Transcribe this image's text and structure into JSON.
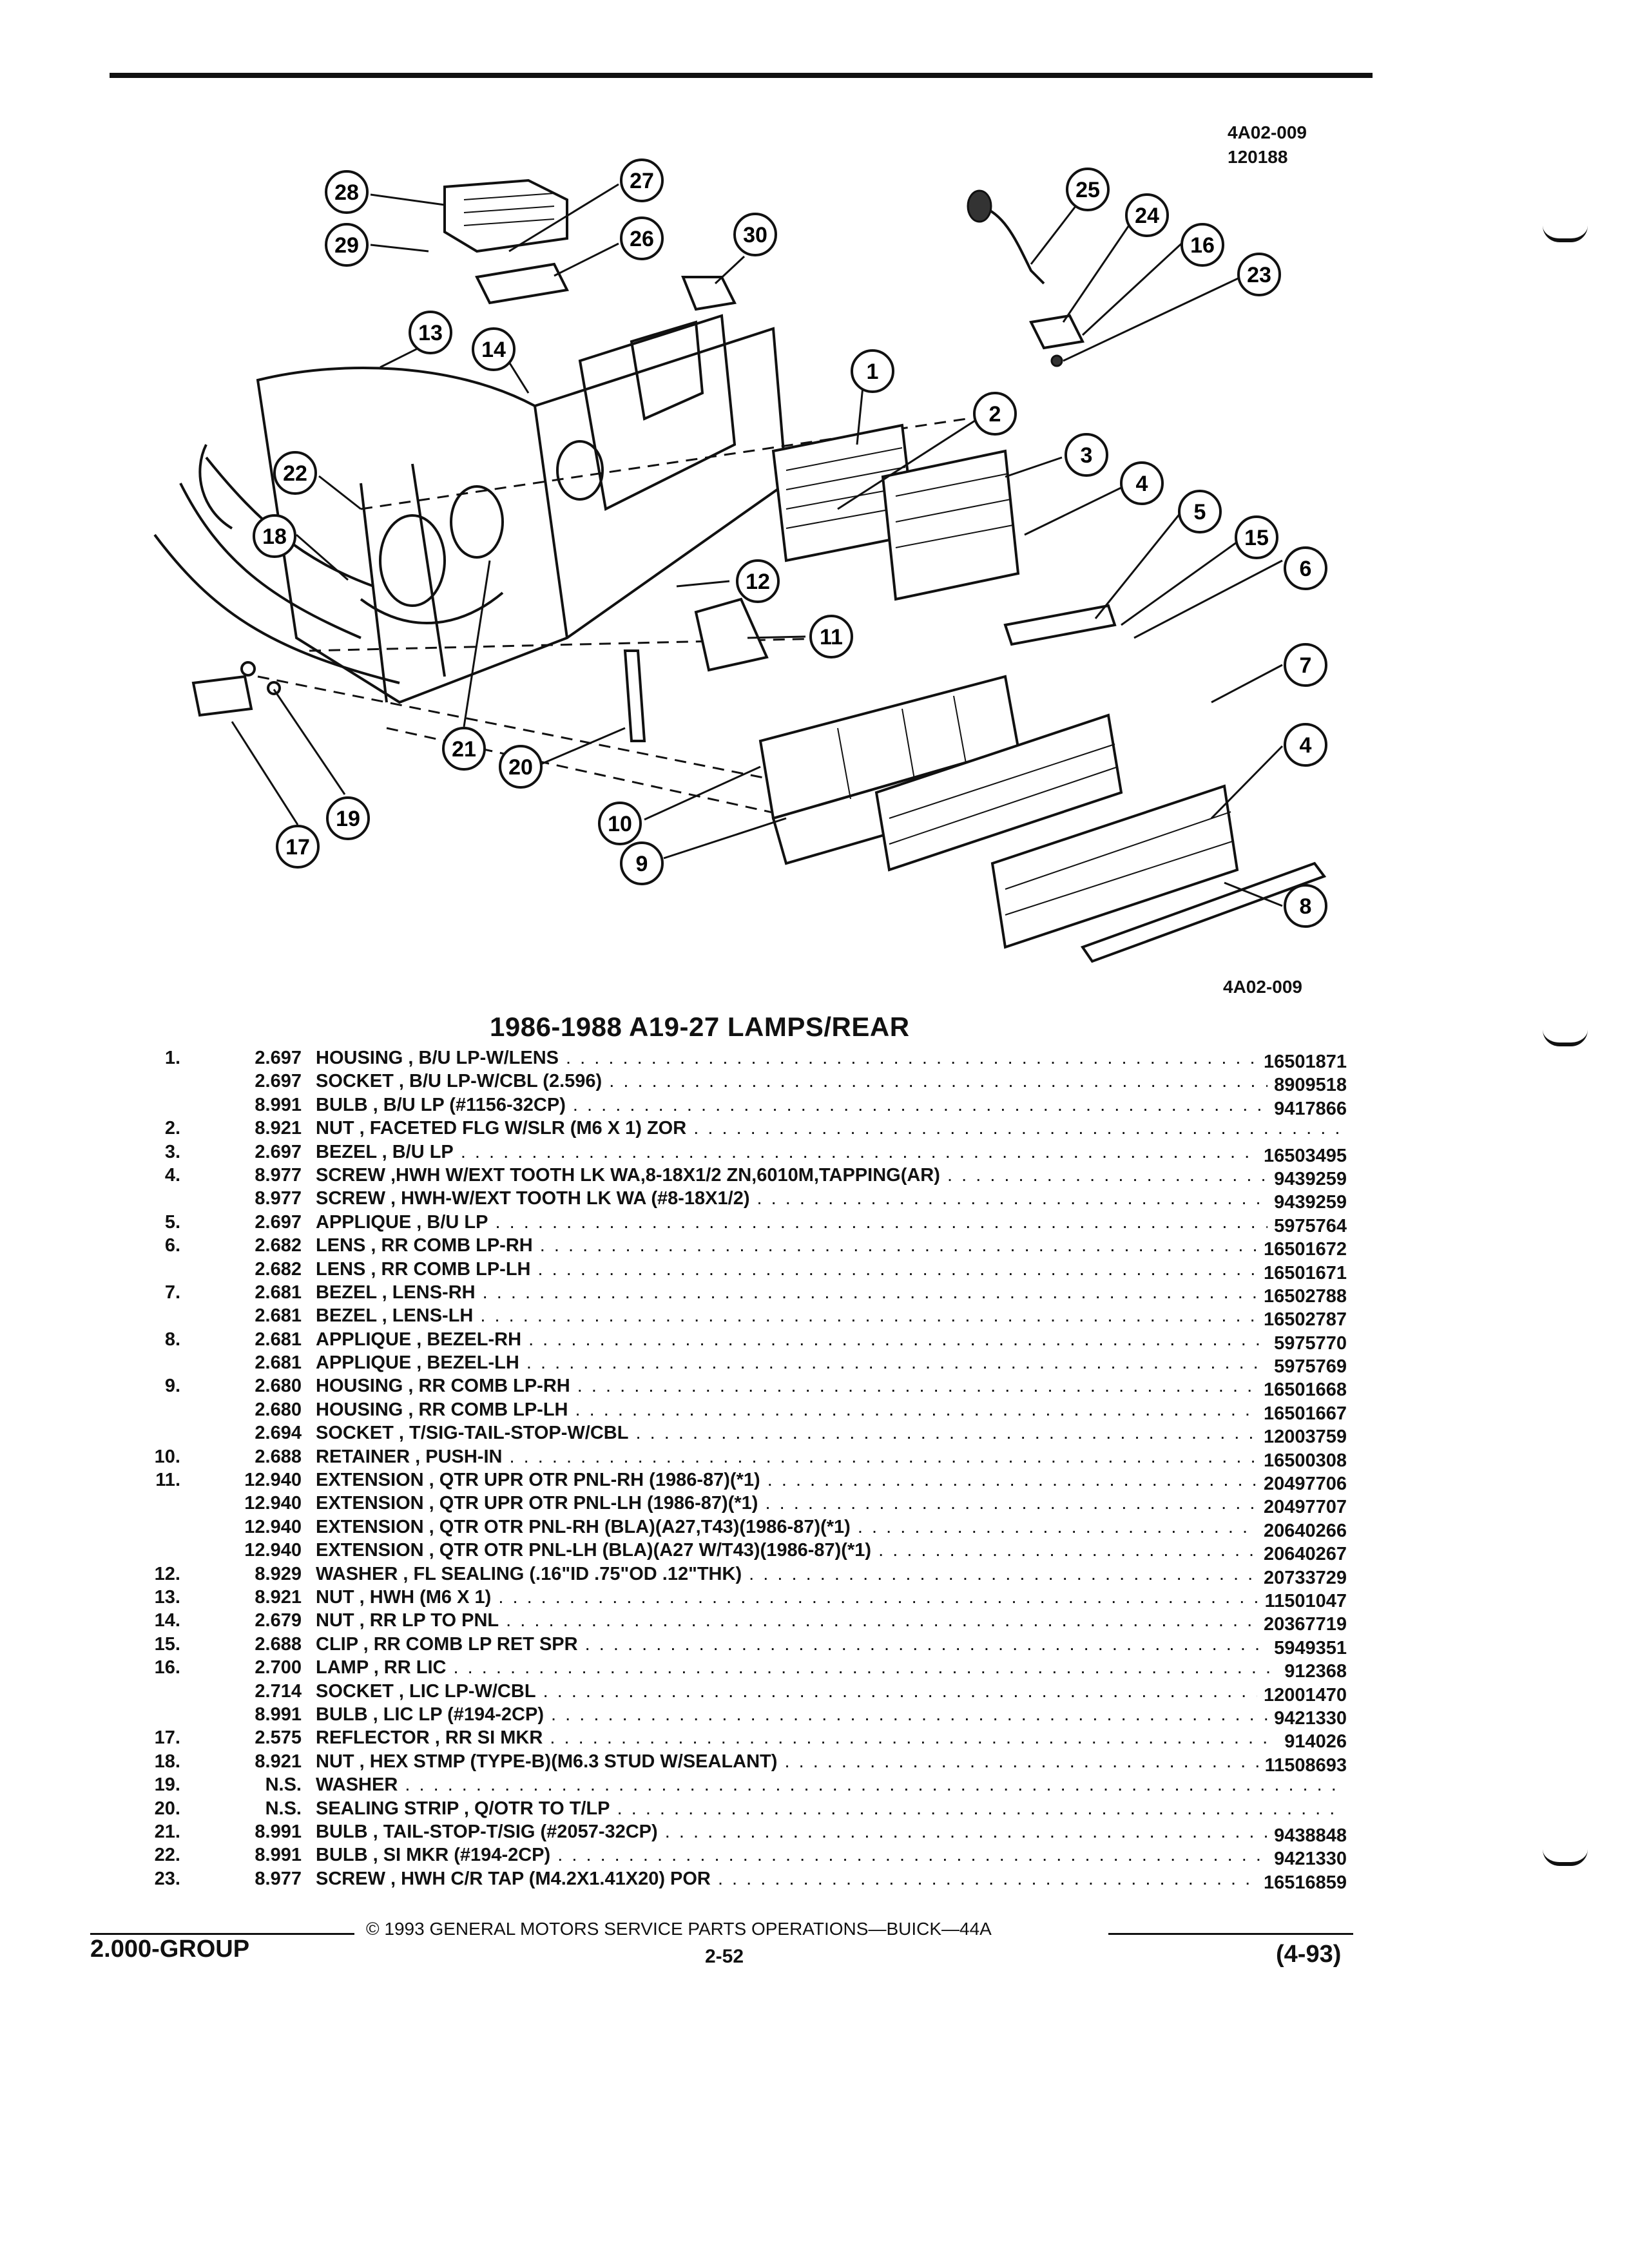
{
  "header": {
    "fig_code": "4A02-009",
    "fig_date": "120188"
  },
  "figure": {
    "bottom_code": "4A02-009",
    "title": "1986-1988 A19-27 LAMPS/REAR"
  },
  "parts": [
    {
      "item": "1.",
      "group": "2.697",
      "desc": "HOUSING , B/U LP-W/LENS",
      "part_no": "16501871"
    },
    {
      "item": "",
      "group": "2.697",
      "desc": "SOCKET , B/U LP-W/CBL (2.596)",
      "part_no": "8909518"
    },
    {
      "item": "",
      "group": "8.991",
      "desc": "BULB , B/U LP (#1156-32CP)",
      "part_no": "9417866"
    },
    {
      "item": "2.",
      "group": "8.921",
      "desc": "NUT , FACETED FLG W/SLR (M6 X 1) ZOR",
      "part_no": ""
    },
    {
      "item": "3.",
      "group": "2.697",
      "desc": "BEZEL , B/U LP",
      "part_no": "16503495"
    },
    {
      "item": "4.",
      "group": "8.977",
      "desc": "SCREW ,HWH W/EXT TOOTH LK WA,8-18X1/2 ZN,6010M,TAPPING(AR)",
      "part_no": "9439259"
    },
    {
      "item": "",
      "group": "8.977",
      "desc": "SCREW , HWH-W/EXT TOOTH LK WA (#8-18X1/2)",
      "part_no": "9439259"
    },
    {
      "item": "5.",
      "group": "2.697",
      "desc": "APPLIQUE , B/U LP",
      "part_no": "5975764"
    },
    {
      "item": "6.",
      "group": "2.682",
      "desc": "LENS , RR COMB LP-RH",
      "part_no": "16501672"
    },
    {
      "item": "",
      "group": "2.682",
      "desc": "LENS , RR COMB LP-LH",
      "part_no": "16501671"
    },
    {
      "item": "7.",
      "group": "2.681",
      "desc": "BEZEL , LENS-RH",
      "part_no": "16502788"
    },
    {
      "item": "",
      "group": "2.681",
      "desc": "BEZEL , LENS-LH",
      "part_no": "16502787"
    },
    {
      "item": "8.",
      "group": "2.681",
      "desc": "APPLIQUE , BEZEL-RH",
      "part_no": "5975770"
    },
    {
      "item": "",
      "group": "2.681",
      "desc": "APPLIQUE , BEZEL-LH",
      "part_no": "5975769"
    },
    {
      "item": "9.",
      "group": "2.680",
      "desc": "HOUSING , RR COMB LP-RH",
      "part_no": "16501668"
    },
    {
      "item": "",
      "group": "2.680",
      "desc": "HOUSING , RR COMB LP-LH",
      "part_no": "16501667"
    },
    {
      "item": "",
      "group": "2.694",
      "desc": "SOCKET , T/SIG-TAIL-STOP-W/CBL",
      "part_no": "12003759"
    },
    {
      "item": "10.",
      "group": "2.688",
      "desc": "RETAINER , PUSH-IN",
      "part_no": "16500308"
    },
    {
      "item": "11.",
      "group": "12.940",
      "desc": "EXTENSION , QTR UPR OTR PNL-RH (1986-87)(*1)",
      "part_no": "20497706"
    },
    {
      "item": "",
      "group": "12.940",
      "desc": "EXTENSION , QTR UPR OTR PNL-LH (1986-87)(*1)",
      "part_no": "20497707"
    },
    {
      "item": "",
      "group": "12.940",
      "desc": "EXTENSION , QTR OTR PNL-RH (BLA)(A27,T43)(1986-87)(*1)",
      "part_no": "20640266"
    },
    {
      "item": "",
      "group": "12.940",
      "desc": "EXTENSION , QTR OTR PNL-LH (BLA)(A27 W/T43)(1986-87)(*1)",
      "part_no": "20640267"
    },
    {
      "item": "12.",
      "group": "8.929",
      "desc": "WASHER , FL SEALING (.16\"ID .75\"OD .12\"THK)",
      "part_no": "20733729"
    },
    {
      "item": "13.",
      "group": "8.921",
      "desc": "NUT , HWH (M6 X 1)",
      "part_no": "11501047"
    },
    {
      "item": "14.",
      "group": "2.679",
      "desc": "NUT , RR LP TO PNL",
      "part_no": "20367719"
    },
    {
      "item": "15.",
      "group": "2.688",
      "desc": "CLIP , RR COMB LP RET SPR",
      "part_no": "5949351"
    },
    {
      "item": "16.",
      "group": "2.700",
      "desc": "LAMP , RR LIC",
      "part_no": "912368"
    },
    {
      "item": "",
      "group": "2.714",
      "desc": "SOCKET , LIC LP-W/CBL",
      "part_no": "12001470"
    },
    {
      "item": "",
      "group": "8.991",
      "desc": "BULB , LIC LP (#194-2CP)",
      "part_no": "9421330"
    },
    {
      "item": "17.",
      "group": "2.575",
      "desc": "REFLECTOR , RR SI MKR",
      "part_no": "914026"
    },
    {
      "item": "18.",
      "group": "8.921",
      "desc": "NUT , HEX STMP (TYPE-B)(M6.3 STUD W/SEALANT)",
      "part_no": "11508693"
    },
    {
      "item": "19.",
      "group": "N.S.",
      "desc": "WASHER",
      "part_no": ""
    },
    {
      "item": "20.",
      "group": "N.S.",
      "desc": "SEALING STRIP , Q/OTR TO T/LP",
      "part_no": ""
    },
    {
      "item": "21.",
      "group": "8.991",
      "desc": "BULB , TAIL-STOP-T/SIG (#2057-32CP)",
      "part_no": "9438848"
    },
    {
      "item": "22.",
      "group": "8.991",
      "desc": "BULB , SI MKR (#194-2CP)",
      "part_no": "9421330"
    },
    {
      "item": "23.",
      "group": "8.977",
      "desc": "SCREW , HWH C/R TAP (M4.2X1.41X20) POR",
      "part_no": "16516859"
    }
  ],
  "footer": {
    "group": "2.000-GROUP",
    "copyright": "© 1993 GENERAL MOTORS SERVICE PARTS OPERATIONS—BUICK—44A",
    "page": "2-52",
    "revision": "(4-93)"
  }
}
